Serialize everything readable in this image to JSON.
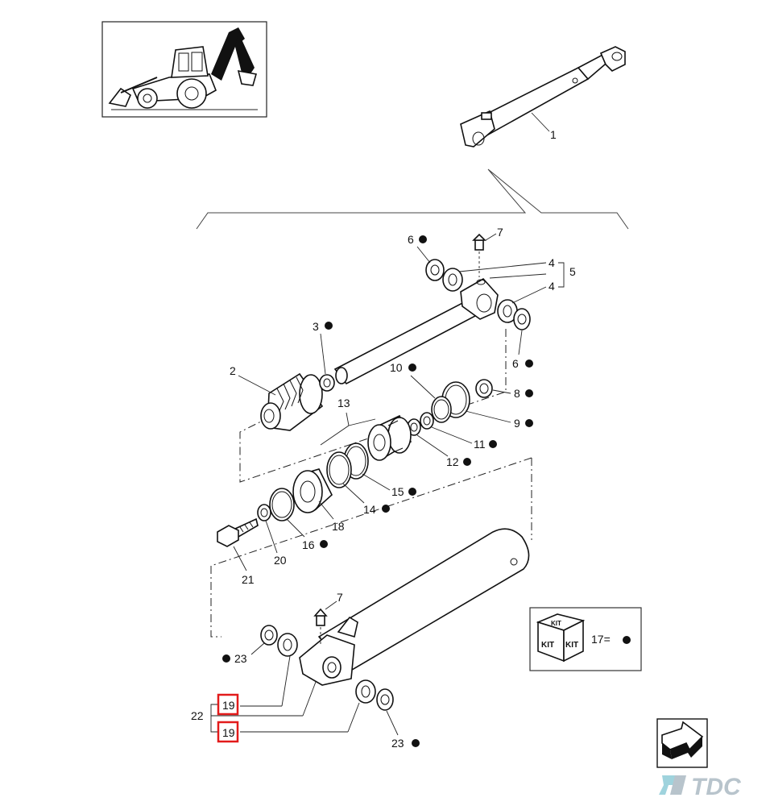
{
  "labels": {
    "l1": "1",
    "l2": "2",
    "l3": "3",
    "l4a": "4",
    "l4b": "4",
    "l5": "5",
    "l6a": "6",
    "l6b": "6",
    "l7a": "7",
    "l7b": "7",
    "l8": "8",
    "l9": "9",
    "l10": "10",
    "l11": "11",
    "l12": "12",
    "l13": "13",
    "l14": "14",
    "l15": "15",
    "l16": "16",
    "l18": "18",
    "l19a": "19",
    "l19b": "19",
    "l20": "20",
    "l21": "21",
    "l22": "22",
    "l23a": "23",
    "l23b": "23"
  },
  "kit": {
    "box_label": "KIT",
    "legend_text": "17="
  },
  "logo": {
    "text": "TDC"
  },
  "highlight_color": "#e21b1b"
}
